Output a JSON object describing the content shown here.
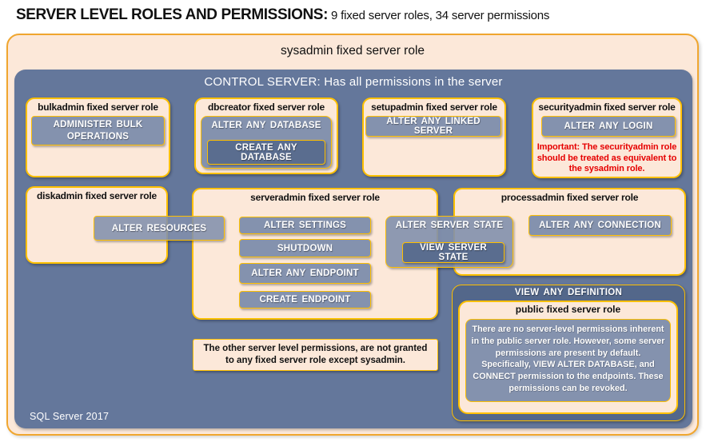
{
  "page": {
    "title_main": "SERVER LEVEL ROLES AND PERMISSIONS:",
    "title_sub": "9 fixed server roles, 34 server permissions",
    "footer": "SQL Server 2017"
  },
  "sysadmin": {
    "title": "sysadmin fixed server role"
  },
  "control_server": {
    "title": "CONTROL SERVER: Has all permissions in the server"
  },
  "roles": {
    "bulkadmin": {
      "title": "bulkadmin fixed server role",
      "permissions": [
        "ADMINISTER BULK OPERATIONS"
      ]
    },
    "dbcreator": {
      "title": "dbcreator fixed server role",
      "permission_outer": "ALTER ANY DATABASE",
      "permission_nested": "CREATE ANY DATABASE"
    },
    "setupadmin": {
      "title": "setupadmin fixed server role",
      "permissions": [
        "ALTER ANY LINKED SERVER"
      ]
    },
    "securityadmin": {
      "title": "securityadmin fixed server role",
      "permissions": [
        "ALTER ANY LOGIN"
      ],
      "warning": "Important: The securityadmin role should be treated as equivalent to the sysadmin role."
    },
    "diskadmin": {
      "title": "diskadmin fixed server role",
      "permissions": [
        "ALTER RESOURCES"
      ]
    },
    "serveradmin": {
      "title": "serveradmin fixed server role",
      "permissions": [
        "ALTER SETTINGS",
        "SHUTDOWN",
        "ALTER ANY ENDPOINT",
        "CREATE ENDPOINT"
      ]
    },
    "shared_state": {
      "permission_outer": "ALTER SERVER STATE",
      "permission_nested": "VIEW SERVER STATE"
    },
    "processadmin": {
      "title": "processadmin fixed server role",
      "permissions": [
        "ALTER ANY CONNECTION"
      ]
    },
    "public": {
      "banner": "VIEW ANY DEFINITION",
      "title": "public fixed server role",
      "note": "There are no server-level permissions inherent in the public server role. However, some server permissions are present by default. Specifically, VIEW ALTER DATABASE, and CONNECT permission to the endpoints. These permissions can be revoked."
    }
  },
  "footnote": "The other server level permissions, are not granted to any fixed server role except sysadmin.",
  "colors": {
    "peach": "#FCE8D9",
    "slate_bg": "#64779B",
    "perm_fill": "#8492AE",
    "perm_dark_fill": "#5A6D8F",
    "dark_panel": "#53678A",
    "gold_border": "#FFC000",
    "outer_border": "#F0A62F",
    "warning_red": "#E60000"
  }
}
